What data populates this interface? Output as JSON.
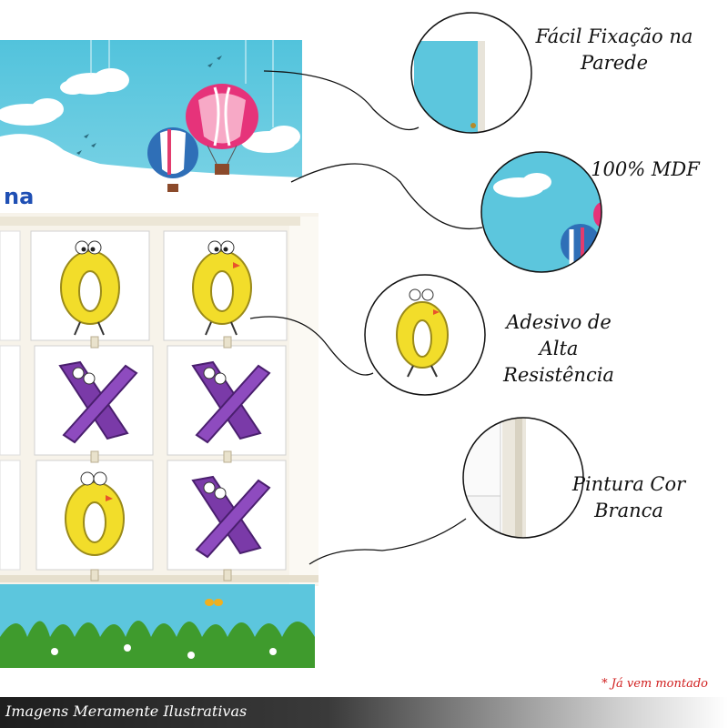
{
  "callouts": [
    {
      "label": "Fácil Fixação na Parede"
    },
    {
      "label": "100% MDF"
    },
    {
      "label": "Adesivo de Alta Resistência"
    },
    {
      "label": "Pintura Cor Branca"
    }
  ],
  "note": "* Já vem montado",
  "footer": "Imagens Meramente Ilustrativas",
  "game": {
    "board_title_fragment": "na",
    "tiles": [
      [
        "O",
        "O"
      ],
      [
        "X",
        "X"
      ],
      [
        "O",
        "X"
      ]
    ]
  },
  "colors": {
    "sky": "#5cc6dd",
    "panel_edge": "#ffffff",
    "o_piece": "#f2dd2a",
    "x_piece": "#7a3aa8",
    "grass": "#3f9b2d",
    "title_blue": "#1f4fb4",
    "note_red": "#d12020"
  }
}
